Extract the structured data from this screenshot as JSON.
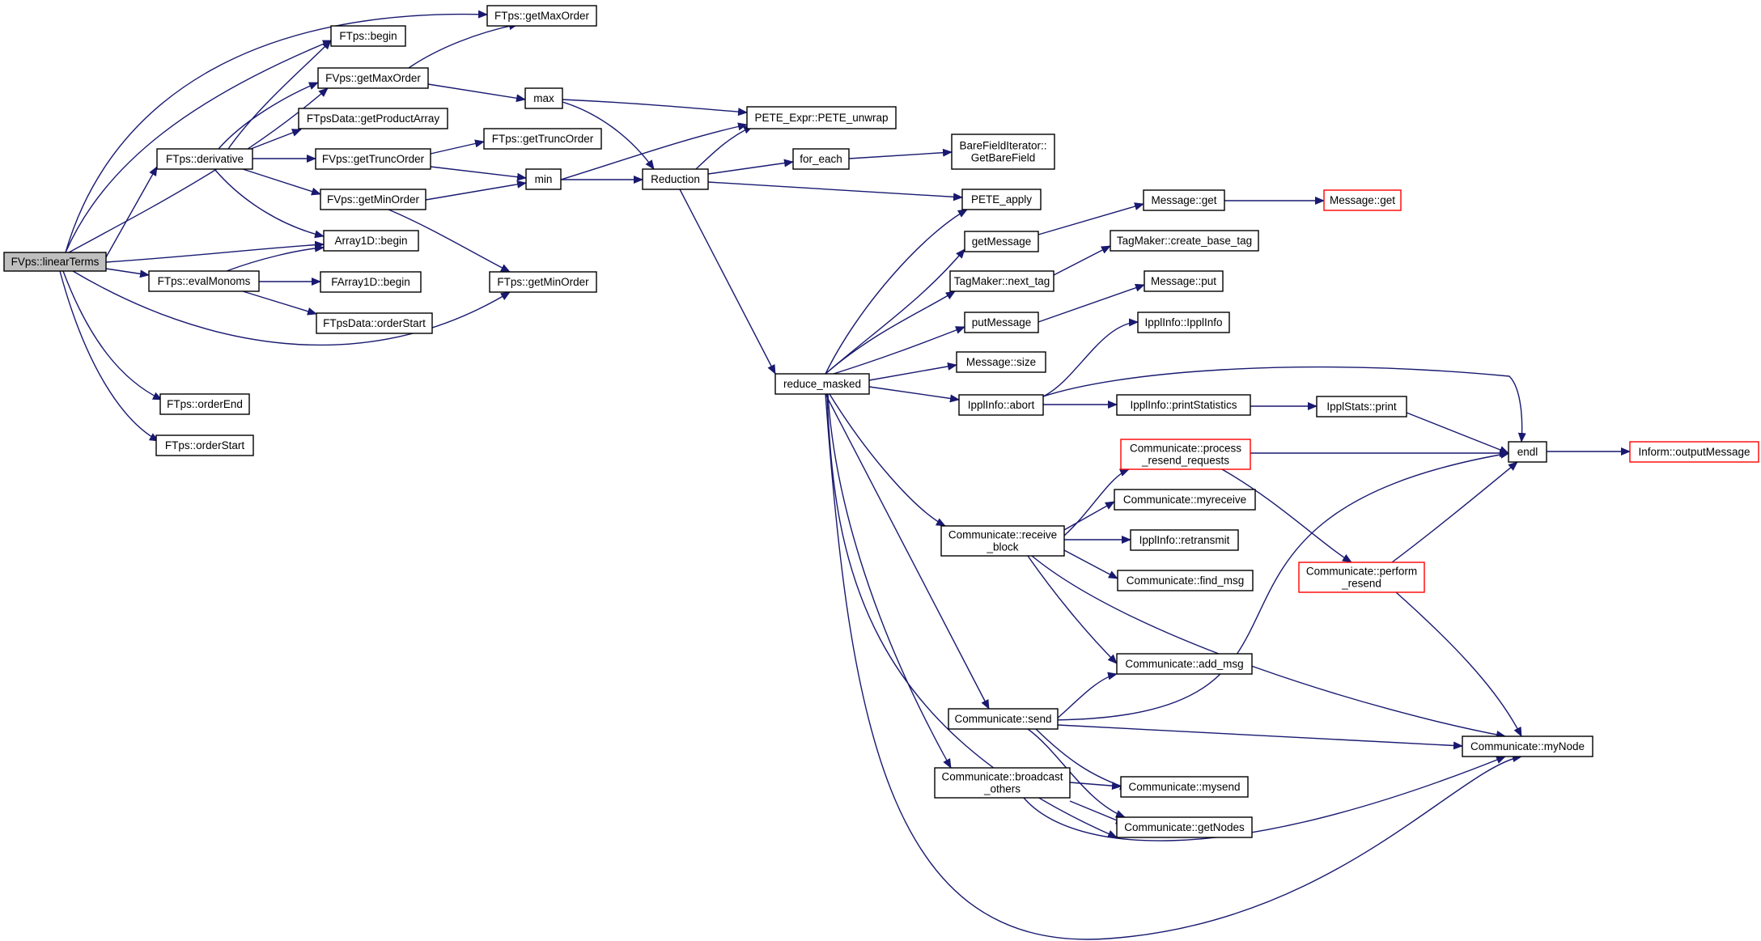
{
  "diagram": {
    "nodes": [
      {
        "id": "root",
        "lines": [
          "FVps::linearTerms"
        ]
      },
      {
        "id": "ftps_getMaxOrder",
        "lines": [
          "FTps::getMaxOrder"
        ]
      },
      {
        "id": "ftps_begin",
        "lines": [
          "FTps::begin"
        ]
      },
      {
        "id": "fvps_getMaxOrder",
        "lines": [
          "FVps::getMaxOrder"
        ]
      },
      {
        "id": "max",
        "lines": [
          "max"
        ]
      },
      {
        "id": "ftpsdata_getProductArray",
        "lines": [
          "FTpsData::getProductArray"
        ]
      },
      {
        "id": "pete_unwrap",
        "lines": [
          "PETE_Expr::PETE_unwrap"
        ]
      },
      {
        "id": "ftps_getTruncOrder",
        "lines": [
          "FTps::getTruncOrder"
        ]
      },
      {
        "id": "ftps_derivative",
        "lines": [
          "FTps::derivative"
        ]
      },
      {
        "id": "fvps_getTruncOrder",
        "lines": [
          "FVps::getTruncOrder"
        ]
      },
      {
        "id": "for_each",
        "lines": [
          "for_each"
        ]
      },
      {
        "id": "barefield",
        "lines": [
          "BareFieldIterator::",
          "GetBareField"
        ]
      },
      {
        "id": "min",
        "lines": [
          "min"
        ]
      },
      {
        "id": "reduction",
        "lines": [
          "Reduction"
        ]
      },
      {
        "id": "fvps_getMinOrder",
        "lines": [
          "FVps::getMinOrder"
        ]
      },
      {
        "id": "pete_apply",
        "lines": [
          "PETE_apply"
        ]
      },
      {
        "id": "message_get",
        "lines": [
          "Message::get"
        ]
      },
      {
        "id": "message_get_red",
        "lines": [
          "Message::get"
        ]
      },
      {
        "id": "array1d_begin",
        "lines": [
          "Array1D::begin"
        ]
      },
      {
        "id": "getMessage",
        "lines": [
          "getMessage"
        ]
      },
      {
        "id": "tagmaker_create",
        "lines": [
          "TagMaker::create_base_tag"
        ]
      },
      {
        "id": "ftps_evalMonoms",
        "lines": [
          "FTps::evalMonoms"
        ]
      },
      {
        "id": "farray1d_begin",
        "lines": [
          "FArray1D::begin"
        ]
      },
      {
        "id": "ftps_getMinOrder",
        "lines": [
          "FTps::getMinOrder"
        ]
      },
      {
        "id": "tagmaker_next",
        "lines": [
          "TagMaker::next_tag"
        ]
      },
      {
        "id": "message_put",
        "lines": [
          "Message::put"
        ]
      },
      {
        "id": "ftpsdata_orderStart",
        "lines": [
          "FTpsData::orderStart"
        ]
      },
      {
        "id": "putMessage",
        "lines": [
          "putMessage"
        ]
      },
      {
        "id": "ipplinfo_ctor",
        "lines": [
          "IpplInfo::IpplInfo"
        ]
      },
      {
        "id": "message_size",
        "lines": [
          "Message::size"
        ]
      },
      {
        "id": "reduce_masked",
        "lines": [
          "reduce_masked"
        ]
      },
      {
        "id": "ftps_orderEnd",
        "lines": [
          "FTps::orderEnd"
        ]
      },
      {
        "id": "ipplinfo_abort",
        "lines": [
          "IpplInfo::abort"
        ]
      },
      {
        "id": "ipplinfo_printStats",
        "lines": [
          "IpplInfo::printStatistics"
        ]
      },
      {
        "id": "ipplstats_print",
        "lines": [
          "IpplStats::print"
        ]
      },
      {
        "id": "ftps_orderStart",
        "lines": [
          "FTps::orderStart"
        ]
      },
      {
        "id": "comm_process_resend",
        "lines": [
          "Communicate::process",
          "_resend_requests"
        ]
      },
      {
        "id": "endl",
        "lines": [
          "endl"
        ]
      },
      {
        "id": "inform_output",
        "lines": [
          "Inform::outputMessage"
        ]
      },
      {
        "id": "comm_myreceive",
        "lines": [
          "Communicate::myreceive"
        ]
      },
      {
        "id": "comm_receive_block",
        "lines": [
          "Communicate::receive",
          "_block"
        ]
      },
      {
        "id": "ipplinfo_retransmit",
        "lines": [
          "IpplInfo::retransmit"
        ]
      },
      {
        "id": "comm_perform_resend",
        "lines": [
          "Communicate::perform",
          "_resend"
        ]
      },
      {
        "id": "comm_find_msg",
        "lines": [
          "Communicate::find_msg"
        ]
      },
      {
        "id": "comm_add_msg",
        "lines": [
          "Communicate::add_msg"
        ]
      },
      {
        "id": "comm_send",
        "lines": [
          "Communicate::send"
        ]
      },
      {
        "id": "comm_myNode",
        "lines": [
          "Communicate::myNode"
        ]
      },
      {
        "id": "comm_broadcast",
        "lines": [
          "Communicate::broadcast",
          "_others"
        ]
      },
      {
        "id": "comm_mysend",
        "lines": [
          "Communicate::mysend"
        ]
      },
      {
        "id": "comm_getNodes",
        "lines": [
          "Communicate::getNodes"
        ]
      }
    ],
    "colors": {
      "edge": "#191970",
      "node_border": "#000000",
      "node_fill": "#ffffff",
      "root_fill": "#bfbfbf",
      "truncated_border": "#ff0000"
    }
  }
}
